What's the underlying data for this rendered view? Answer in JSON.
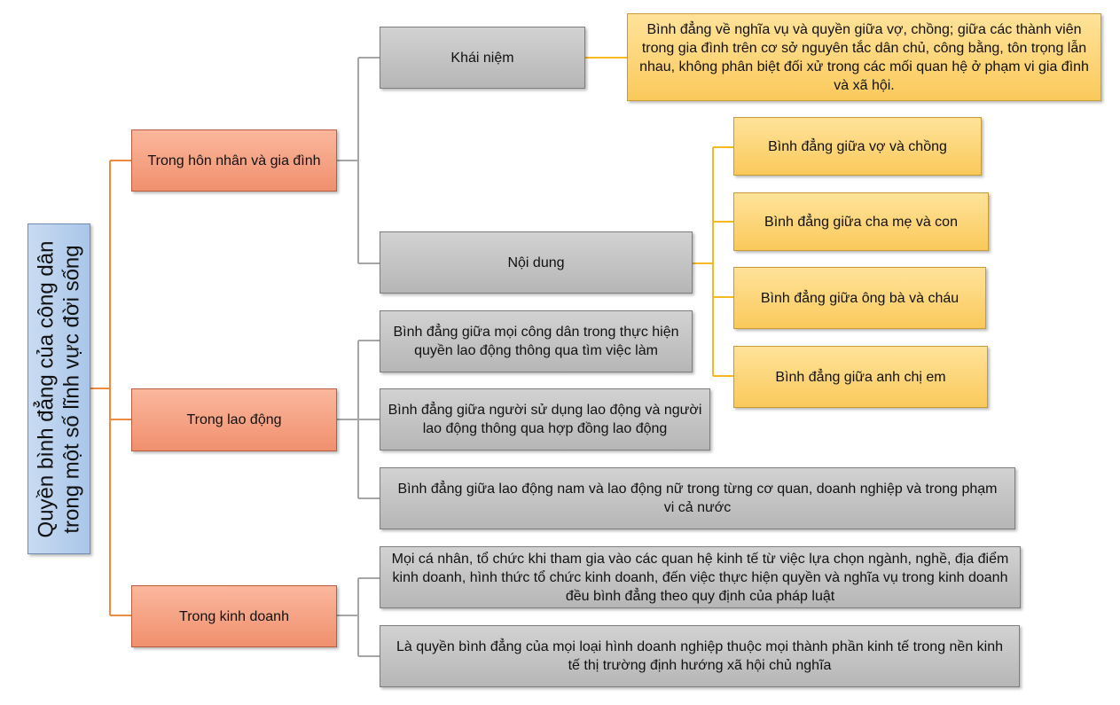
{
  "root": {
    "line1": "Quyền bình đẳng của công dân",
    "line2": "trong một số lĩnh vực đời sống"
  },
  "branches": {
    "hon_nhan": {
      "label": "Trong hôn nhân và gia đình",
      "khai_niem": {
        "label": "Khái niệm",
        "detail": "Bình đẳng về nghĩa vụ và quyền giữa vợ, chồng; giữa các thành viên trong gia đình trên cơ sở nguyên tắc dân chủ, công bằng, tôn trọng lẫn nhau, không phân biệt đối xử trong các mối quan hệ ở phạm vi gia đình và xã hội."
      },
      "noi_dung": {
        "label": "Nội dung",
        "items": [
          "Bình đẳng giữa vợ và chồng",
          "Bình đẳng giữa cha mẹ và con",
          "Bình đẳng giữa ông bà và cháu",
          "Bình đẳng giữa anh chị em"
        ]
      }
    },
    "lao_dong": {
      "label": "Trong lao động",
      "items": [
        "Bình đẳng giữa mọi công dân trong thực hiện quyền lao động thông qua tìm việc làm",
        "Bình đẳng giữa người sử dụng lao động và người lao động thông qua hợp đồng lao động",
        "Bình đẳng giữa lao động nam và lao động nữ trong từng cơ quan, doanh nghiệp và trong phạm vi cả nước"
      ]
    },
    "kinh_doanh": {
      "label": "Trong kinh doanh",
      "items": [
        "Mọi cá nhân, tổ chức khi tham gia vào các quan hệ kinh tế từ việc lựa chọn ngành, nghề, địa điểm kinh doanh, hình thức tổ chức kinh doanh, đến việc thực hiện quyền và nghĩa vụ trong kinh doanh đều bình đẳng theo quy định của pháp luật",
        "Là quyền bình đẳng của mọi loại hình doanh nghiệp thuộc mọi thành phần kinh tế trong nền kinh tế thị trường định hướng xã hội chủ nghĩa"
      ]
    }
  },
  "colors": {
    "root_fill": "#b5cdec",
    "level1_fill": "#f5a281",
    "level2_fill": "#c4c4c4",
    "leaf_fill": "#fcd276",
    "connector_orange": "#ee8a40",
    "connector_gray": "#a6a6a6",
    "connector_yellow": "#f7b921"
  }
}
